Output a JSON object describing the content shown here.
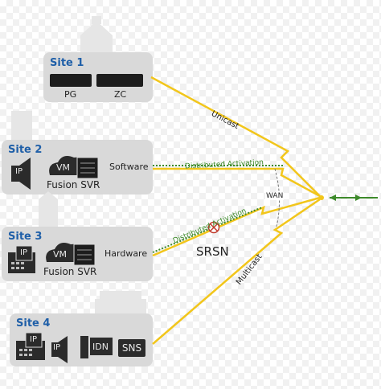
{
  "colors": {
    "site_title": "#1f5fa8",
    "wan_link": "#f2c61b",
    "distributed_activation": "#3d8a2a",
    "srsn_marker": "#c0392b",
    "box_fill": "#d9d9d9",
    "tile_fill": "#2b2b2b"
  },
  "sites": [
    {
      "title": "Site 1",
      "devices": [
        "PG",
        "ZC"
      ]
    },
    {
      "title": "Site 2",
      "devices": [
        "IP"
      ],
      "server_name": "Fusion SVR",
      "server_tags": [
        "VM"
      ],
      "link_label": "Software"
    },
    {
      "title": "Site 3",
      "devices": [
        "IP"
      ],
      "server_name": "Fusion SVR",
      "server_tags": [
        "VM"
      ],
      "link_label": "Hardware"
    },
    {
      "title": "Site 4",
      "devices": [
        "IP",
        "IP",
        "IDN",
        "SNS"
      ]
    }
  ],
  "links": {
    "unicast": "Unicast",
    "multicast": "Multicast",
    "distributed_activation_1": "Distributed Activation",
    "distributed_activation_2": "Distributed Activation",
    "wan": "WAN",
    "srsn": "SRSN"
  },
  "icons": [
    "building-icon",
    "server-icon",
    "cloud-icon",
    "phone-icon",
    "speaker-icon",
    "arrow-icon"
  ]
}
